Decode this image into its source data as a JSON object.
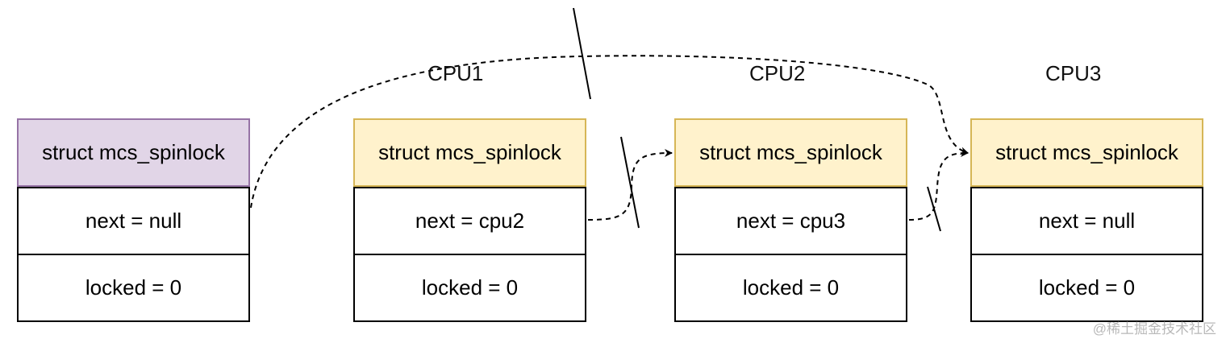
{
  "labels": {
    "cpu1": "CPU1",
    "cpu2": "CPU2",
    "cpu3": "CPU3"
  },
  "nodes": [
    {
      "id": "main",
      "header": "struct mcs_spinlock",
      "next": "next = null",
      "locked": "locked = 0",
      "fill": "#e1d5e7",
      "stroke": "#9673a6"
    },
    {
      "id": "cpu1",
      "header": "struct mcs_spinlock",
      "next": "next = cpu2",
      "locked": "locked = 0",
      "fill": "#fff2cc",
      "stroke": "#d6b656"
    },
    {
      "id": "cpu2",
      "header": "struct mcs_spinlock",
      "next": "next = cpu3",
      "locked": "locked = 0",
      "fill": "#fff2cc",
      "stroke": "#d6b656"
    },
    {
      "id": "cpu3",
      "header": "struct mcs_spinlock",
      "next": "next = null",
      "locked": "locked = 0",
      "fill": "#fff2cc",
      "stroke": "#d6b656"
    }
  ],
  "watermark": "@稀土掘金技术社区"
}
